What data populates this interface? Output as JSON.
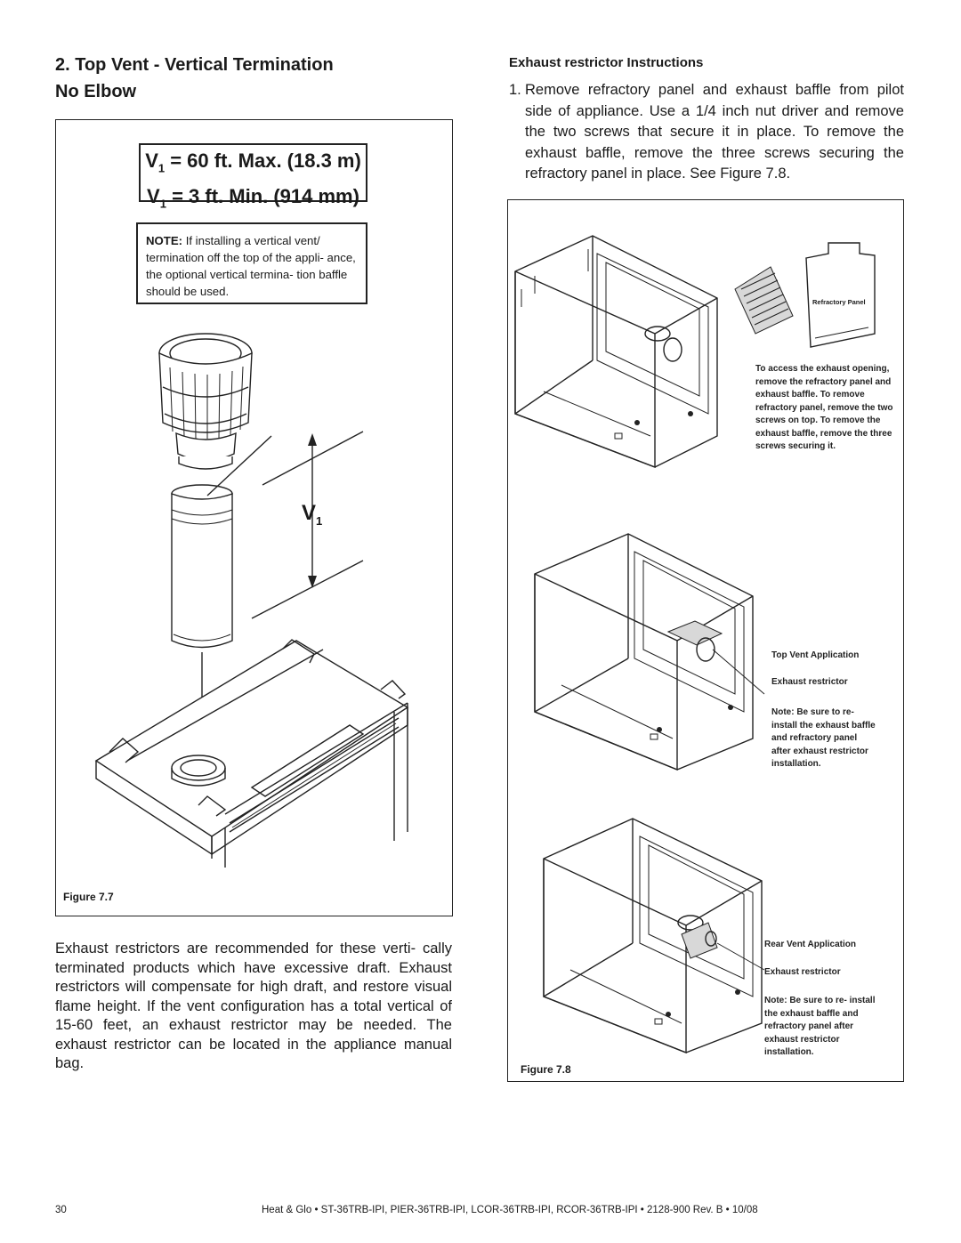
{
  "heading": {
    "line1": "2.  Top Vent - Vertical Termination",
    "line2": "No Elbow"
  },
  "spec": {
    "max_prefix": "V",
    "max_sub": "1",
    "max_rest": " = 60 ft. Max. (18.3 m)",
    "min_prefix": "V",
    "min_sub": "1",
    "min_rest": " = 3 ft. Min. (914 mm)"
  },
  "note": {
    "bold": "NOTE:",
    "text": " If installing a vertical vent/ termination off the top of the appli- ance, the optional vertical termina- tion baffle should be used."
  },
  "figure7": {
    "dimension_label": "V",
    "dimension_sub": "1",
    "caption": "Figure 7.7"
  },
  "left_paragraph": "Exhaust restrictors are recommended for these verti- cally terminated products which have excessive draft. Exhaust restrictors will compensate for high draft, and restore visual flame height.  If the vent configuration has a total vertical of 15-60 feet, an exhaust restrictor may be needed. The exhaust restrictor can be located in the appliance manual bag.",
  "instructions": {
    "heading": "Exhaust restrictor Instructions",
    "step1_num": "1.",
    "step1_text": "Remove refractory panel and exhaust baffle from pilot side of appliance. Use a 1/4 inch nut driver and remove the two screws that secure it in place.  To remove the exhaust baffle, remove the three screws securing the refractory panel in place. See Figure 7.8."
  },
  "figure8": {
    "refractory_panel_label": "Refractory Panel",
    "access_note": "To access the exhaust opening, remove the refractory panel and exhaust baffle. To remove refractory panel, remove the two screws on top. To remove the exhaust baffle, remove the three screws securing it.",
    "top_vent_label": "Top Vent Application",
    "top_restrictor_label": "Exhaust restrictor",
    "top_note": "Note: Be sure to re- install the exhaust baffle and refractory panel after exhaust restrictor installation.",
    "rear_vent_label": "Rear Vent Application",
    "rear_restrictor_label": "Exhaust restrictor",
    "rear_note": "Note: Be sure to re- install the exhaust baffle and refractory panel after exhaust restrictor installation.",
    "caption": "Figure 7.8"
  },
  "footer": {
    "page_number": "30",
    "text": "Heat & Glo  •  ST-36TRB-IPI, PIER-36TRB-IPI, LCOR-36TRB-IPI, RCOR-36TRB-IPI  •  2128-900 Rev. B  •  10/08"
  }
}
